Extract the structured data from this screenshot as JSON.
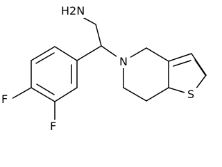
{
  "molecule": {
    "labels": {
      "amine": "H2N",
      "nitrogen": "N",
      "sulfur": "S",
      "fluorine_top": "F",
      "fluorine_bottom": "F"
    }
  }
}
